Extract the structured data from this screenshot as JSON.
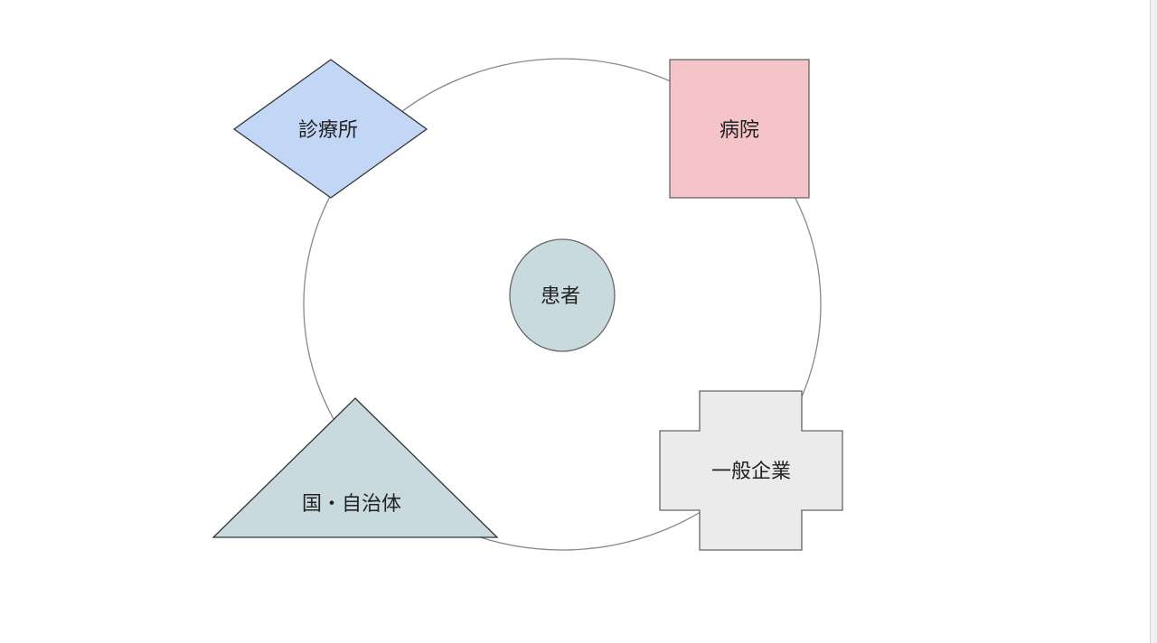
{
  "diagram": {
    "center": {
      "label": "患者",
      "color": "#c9dade"
    },
    "nodes": {
      "clinic": {
        "label": "診療所",
        "color": "#c2d6f5"
      },
      "hospital": {
        "label": "病院",
        "color": "#f5c4c8"
      },
      "government": {
        "label": "国・自治体",
        "color": "#c9dade"
      },
      "company": {
        "label": "一般企業",
        "color": "#ebebeb"
      }
    },
    "ring_color": "#888888",
    "outline_color": "#555555"
  }
}
